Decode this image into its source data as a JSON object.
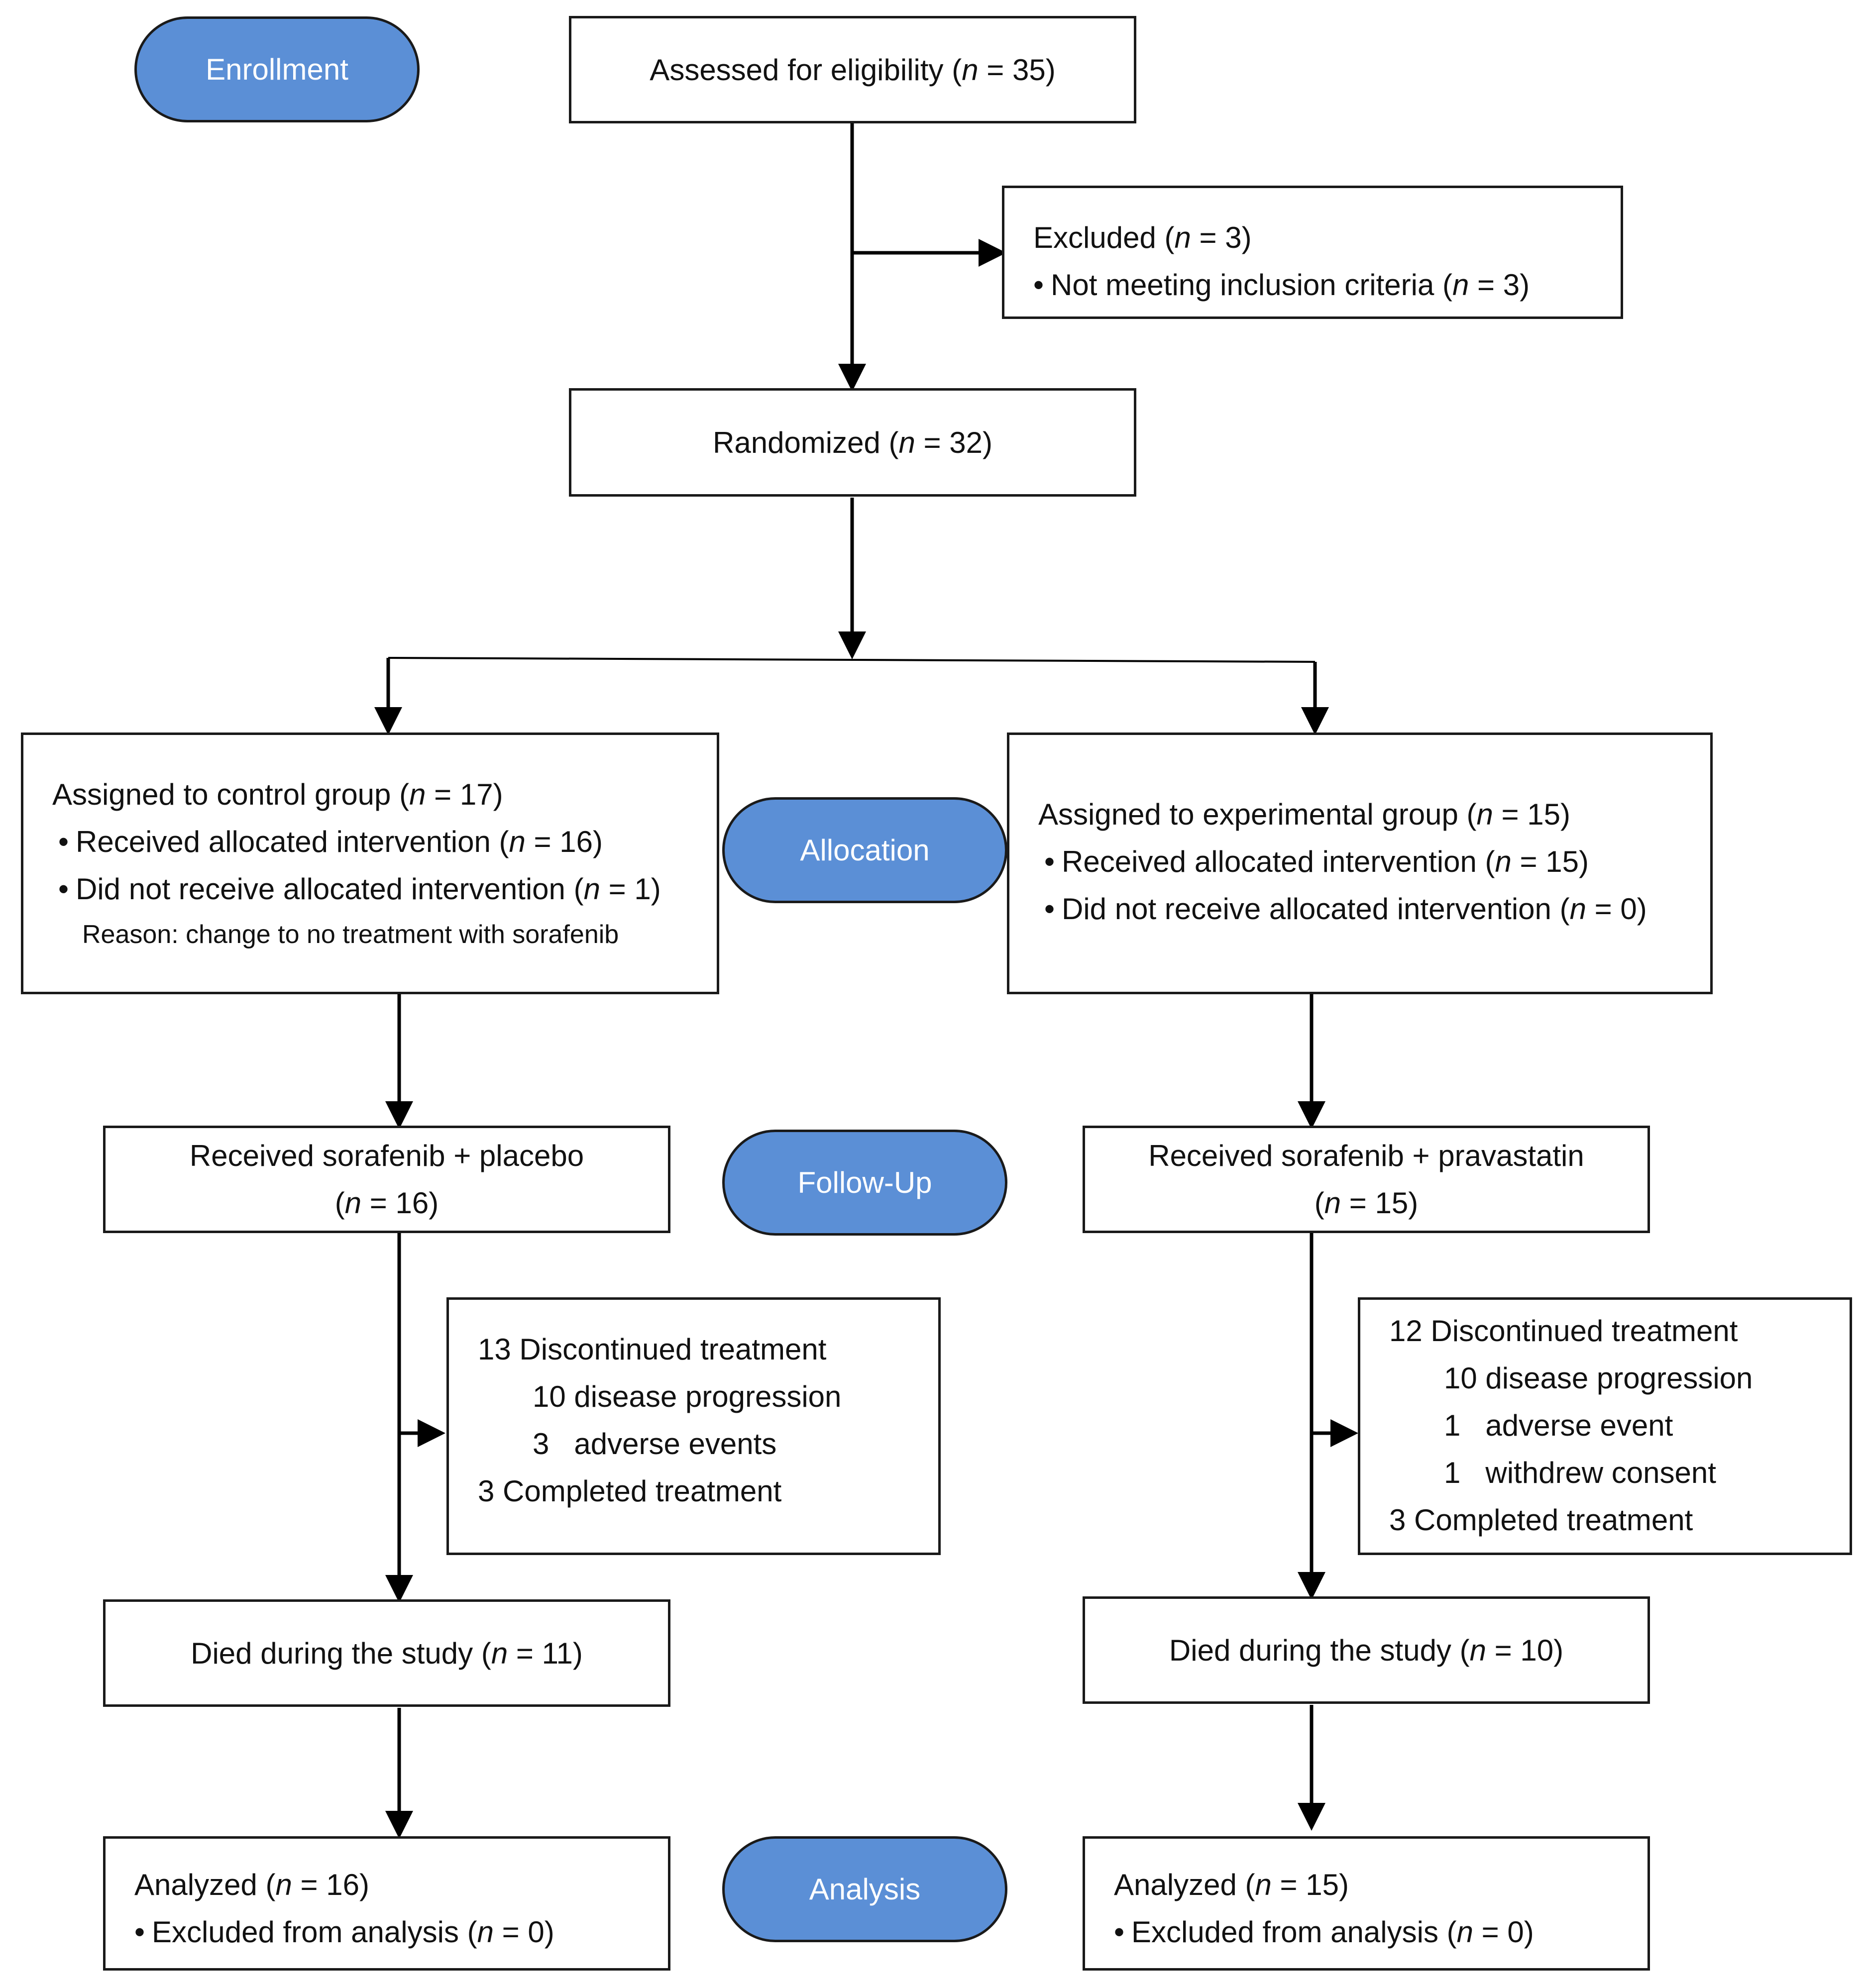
{
  "stages": {
    "enrollment": "Enrollment",
    "allocation": "Allocation",
    "followup": "Follow-Up",
    "analysis": "Analysis"
  },
  "assessed": {
    "text": "Assessed for eligibility (",
    "n": "n",
    "rest": " = 35)"
  },
  "excluded": {
    "title": "Excluded (",
    "n": "n",
    "title_rest": " = 3)",
    "item": "Not meeting inclusion criteria (",
    "item_n": "n",
    "item_rest": " = 3)"
  },
  "randomized": {
    "text": "Randomized (",
    "n": "n",
    "rest": " = 32)"
  },
  "control": {
    "title": "Assigned to control group (",
    "n": "n",
    "title_rest": " = 17)",
    "received": "Received allocated intervention (",
    "received_n": "n",
    "received_rest": " = 16)",
    "not_received": "Did not receive allocated intervention (",
    "not_received_n": "n",
    "not_received_rest": " = 1)",
    "reason": "Reason: change to no treatment with sorafenib"
  },
  "experimental": {
    "title": "Assigned to experimental group (",
    "n": "n",
    "title_rest": " = 15)",
    "received": "Received allocated intervention (",
    "received_n": "n",
    "received_rest": " = 15)",
    "not_received": "Did not receive allocated intervention (",
    "not_received_n": "n",
    "not_received_rest": " = 0)"
  },
  "left_followup": {
    "line1": "Received sorafenib + placebo",
    "line2_pre": "(",
    "n": "n",
    "line2_rest": " = 16)",
    "disc_total": "13 Discontinued treatment",
    "disc_progression": "10 disease progression",
    "disc_adverse": "3   adverse events",
    "completed": "3 Completed treatment",
    "died": "Died during the study (",
    "died_n": "n",
    "died_rest": " = 11)"
  },
  "right_followup": {
    "line1": "Received sorafenib + pravastatin",
    "line2_pre": "(",
    "n": "n",
    "line2_rest": " = 15)",
    "disc_total": "12 Discontinued treatment",
    "disc_progression": "10 disease progression",
    "disc_adverse": "1   adverse event",
    "disc_withdrew": "1   withdrew consent",
    "completed": "3 Completed treatment",
    "died": "Died during the study (",
    "died_n": "n",
    "died_rest": " = 10)"
  },
  "left_analysis": {
    "title": "Analyzed (",
    "n": "n",
    "title_rest": " = 16)",
    "item": "Excluded from analysis (",
    "item_n": "n",
    "item_rest": " = 0)"
  },
  "right_analysis": {
    "title": "Analyzed (",
    "n": "n",
    "title_rest": " = 15)",
    "item": "Excluded from analysis (",
    "item_n": "n",
    "item_rest": " = 0)"
  }
}
